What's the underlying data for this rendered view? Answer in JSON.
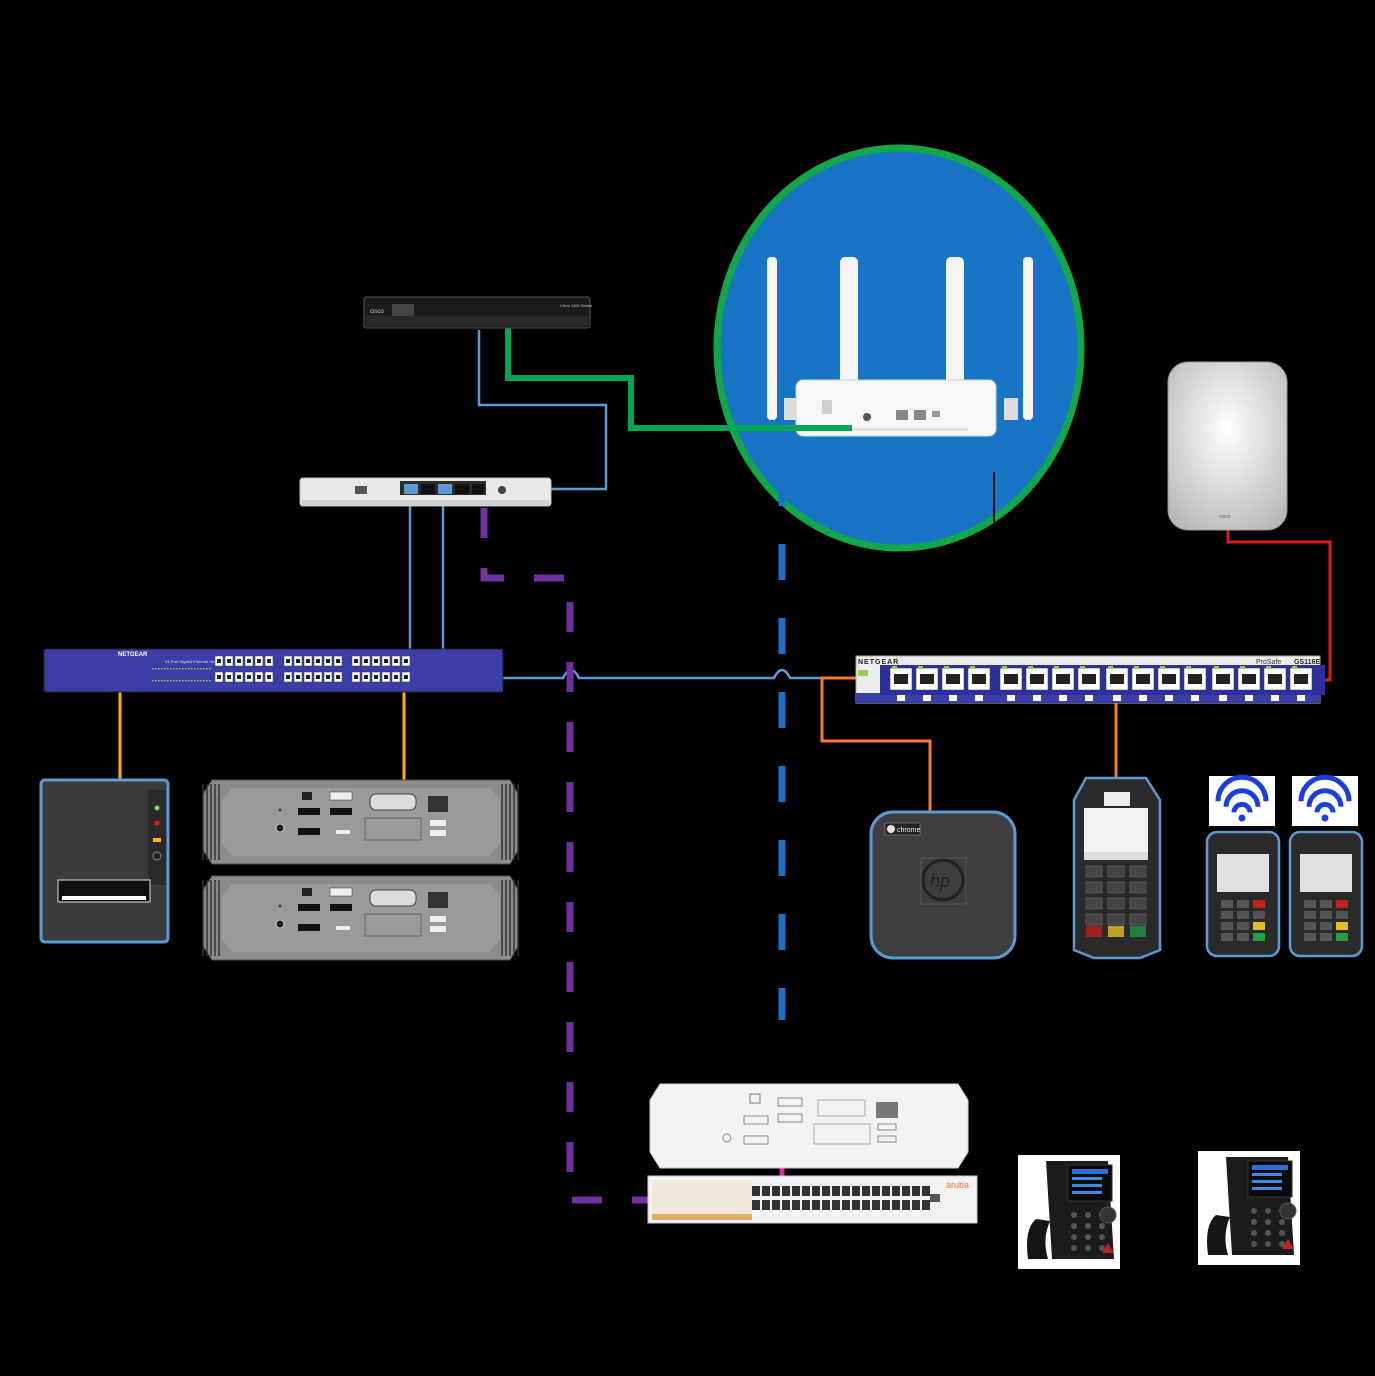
{
  "diagram": {
    "background": "#000000",
    "colors": {
      "blue_link": "#5b9bd5",
      "green_link": "#00a651",
      "orange_link": "#ffb000",
      "orange2_link": "#f47a30",
      "red_link": "#e21a1a",
      "purple_link": "#7030a0",
      "blue_dash": "#1f6fc7",
      "magenta_link": "#e020b0",
      "bubble_fill": "#1874c4",
      "bubble_ring": "#12a84a"
    },
    "devices": {
      "cisco_router": {
        "brand": "cisco",
        "model_text": "Cisco 1100 Series",
        "icon": "rack-router-icon"
      },
      "meraki_appliance": {
        "icon": "security-appliance-icon"
      },
      "netgear_left": {
        "brand": "NETGEAR",
        "caption": "24-Port Gigabit Ethernet Switch",
        "icon": "switch-icon"
      },
      "netgear_right": {
        "brand": "NETGEAR",
        "series": "ProSafe",
        "model": "GS116E",
        "icon": "switch-icon"
      },
      "wifi_router": {
        "icon": "wireless-router-icon"
      },
      "access_point": {
        "brand": "cisco",
        "icon": "access-point-icon"
      },
      "printer": {
        "icon": "receipt-printer-icon"
      },
      "pc_a": {
        "icon": "mini-pc-icon"
      },
      "pc_b": {
        "icon": "mini-pc-icon"
      },
      "chromebox": {
        "badge": "chrome",
        "logo": "hp",
        "icon": "chromebox-icon"
      },
      "pin_pad": {
        "icon": "payment-terminal-icon"
      },
      "terminal_a": {
        "icon": "wireless-payment-terminal-icon"
      },
      "terminal_b": {
        "icon": "wireless-payment-terminal-icon"
      },
      "server": {
        "icon": "server-icon"
      },
      "aruba_switch": {
        "brand": "aruba",
        "icon": "switch-icon"
      },
      "phone_a": {
        "icon": "voip-phone-icon"
      },
      "phone_b": {
        "icon": "voip-phone-icon"
      }
    }
  }
}
